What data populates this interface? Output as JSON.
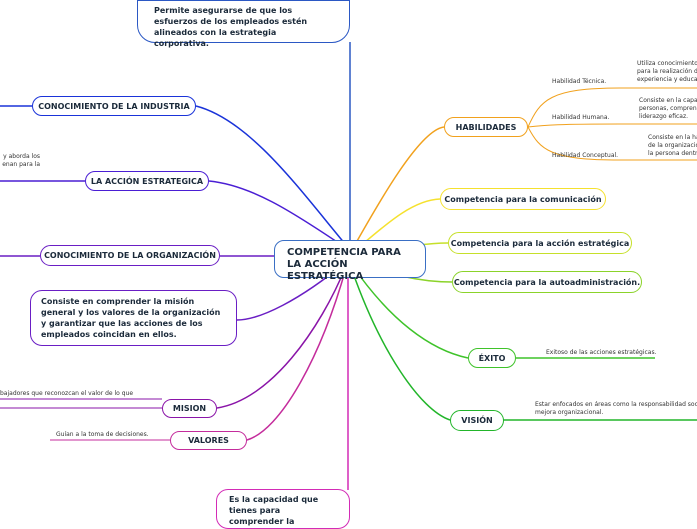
{
  "central": {
    "title": "COMPETENCIA PARA LA ACCIÓN ESTRATÉGICA"
  },
  "left": {
    "top_note": "Permite asegurarse de que los esfuerzos de los empleados estén alineados con la estrategia corporativa.",
    "industria": "CONOCIMIENTO DE LA INDUSTRIA",
    "industria_note": "y aborda los\nenan para la",
    "accion": "LA ACCIÓN ESTRATEGICA",
    "organizacion": "CONOCIMIENTO DE LA ORGANIZACIÓN",
    "org_note": "Consiste en comprender la misión general y los valores de la organización y garantizar que las acciones de los empleados coincidan en ellos.",
    "mision": "MISION",
    "mision_note": "bajadores que reconozcan el valor de lo que",
    "valores": "VALORES",
    "valores_note": "Guían a la toma de decisiones.",
    "bottom_note": "Es la capacidad que tienes para comprender la"
  },
  "right": {
    "habilidades": "HABILIDADES",
    "tecnica": "Habilidad Técnica.",
    "tecnica_note": "Utiliza conocimientos\npara la realización de\nexperiencia y educaci",
    "humana": "Habilidad Humana.",
    "humana_note": "Consiste en la capac\npersonas, comprend\nliderazgo eficaz.",
    "conceptual": "Habilidad Conceptual.",
    "conceptual_note": "Consiste en la hab\nde la organizació\nla persona dentro",
    "comunicacion": "Competencia para la comunicación",
    "accion_estrategica": "Competencia para la acción estratégica",
    "autoadministracion": "Competencia para la autoadministración.",
    "exito": "ÉXITO",
    "exito_note": "Exitoso de las acciones estratégicas.",
    "vision": "VISIÓN",
    "vision_note": "Estar enfocados en áreas como la responsabilidad social, l\nmejora organizacional."
  }
}
